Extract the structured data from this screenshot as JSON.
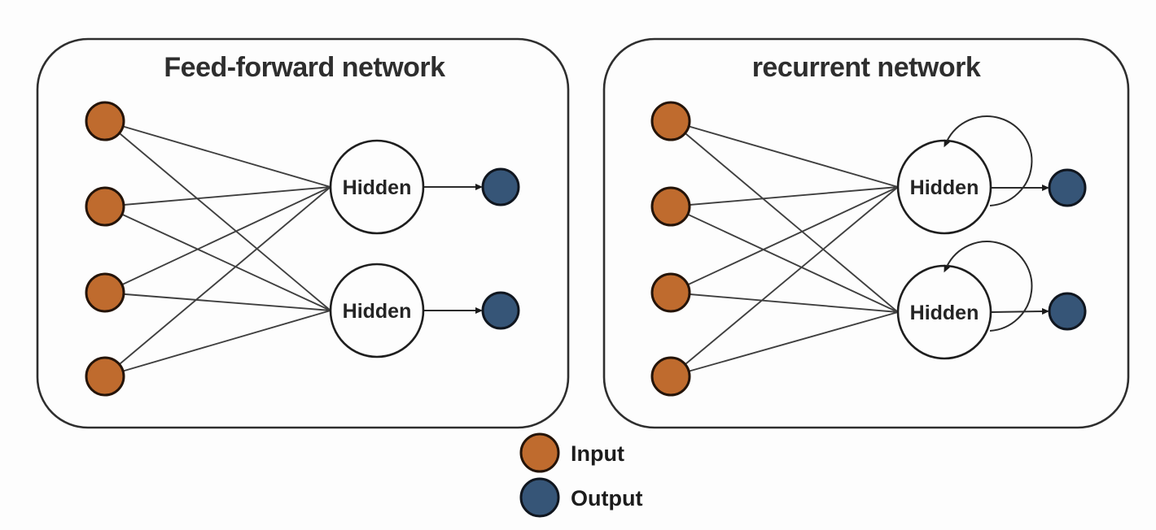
{
  "diagram": {
    "description": "Comparison of a feed-forward neural network and a recurrent neural network",
    "panels": [
      {
        "title": "Feed-forward network",
        "type": "feed-forward",
        "input_count": 4,
        "hidden_count": 2,
        "output_count": 2,
        "self_loops": false,
        "hidden_labels": [
          "Hidden",
          "Hidden"
        ],
        "connections": "every input connects to every hidden node; each hidden node points to one output node"
      },
      {
        "title": "recurrent network",
        "type": "recurrent",
        "input_count": 4,
        "hidden_count": 2,
        "output_count": 2,
        "self_loops": true,
        "hidden_labels": [
          "Hidden",
          "Hidden"
        ],
        "connections": "every input connects to every hidden node; each hidden node has a self-loop arrow and points to one output node"
      }
    ],
    "legend": {
      "items": [
        {
          "label": "Input",
          "color": "#bf6b2e"
        },
        {
          "label": "Output",
          "color": "#365577"
        }
      ]
    },
    "colors": {
      "input_fill": "#bf6b2e",
      "input_stroke": "#241409",
      "output_fill": "#365577",
      "output_stroke": "#10161f",
      "hidden_fill": "#fdfdfd",
      "edge": "#3f3f3f",
      "panel_border": "#2e2e2e",
      "title_text": "#2e2e2e",
      "background": "#fdfdfd"
    }
  }
}
